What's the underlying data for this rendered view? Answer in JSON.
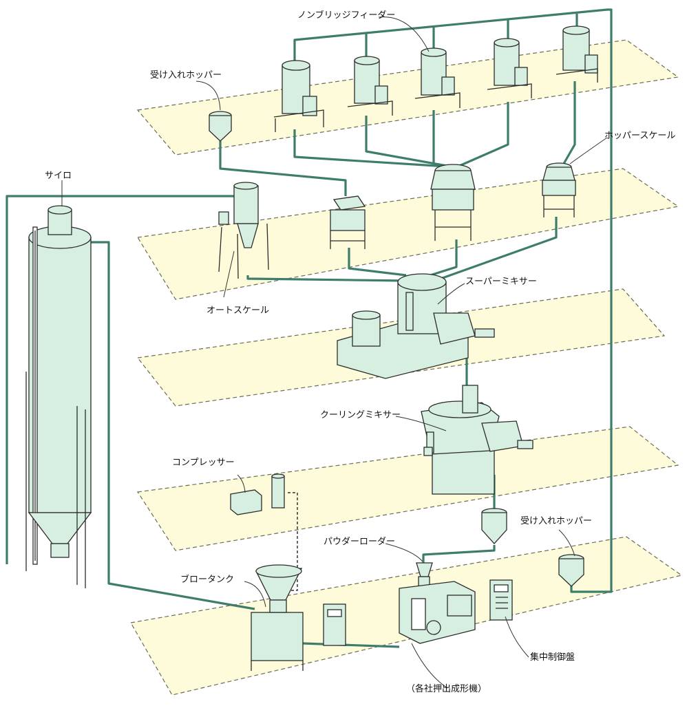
{
  "colors": {
    "floor_fill": "#fdfbd9",
    "floor_edge": "#6b6b55",
    "pipe": "#3e7d6b",
    "machine_fill": "#d6efe0",
    "machine_shadow": "#a9d2bb",
    "machine_stroke": "#2b2b2b",
    "leader": "#333333"
  },
  "labels": {
    "nonbridge_feeder": "ノンブリッジフィーダー",
    "receiving_hopper_top": "受け入れホッパー",
    "hopper_scale": "ホッパースケール",
    "silo": "サイロ",
    "auto_scale": "オートスケール",
    "super_mixer": "スーパーミキサー",
    "cooling_mixer": "クーリングミキサー",
    "compressor": "コンプレッサー",
    "receiving_hopper_bottom": "受け入れホッパー",
    "powder_loader": "パウダーローダー",
    "blow_tank": "ブロータンク",
    "central_control": "集中制御盤",
    "extruder": "（各社押出成形機）"
  }
}
